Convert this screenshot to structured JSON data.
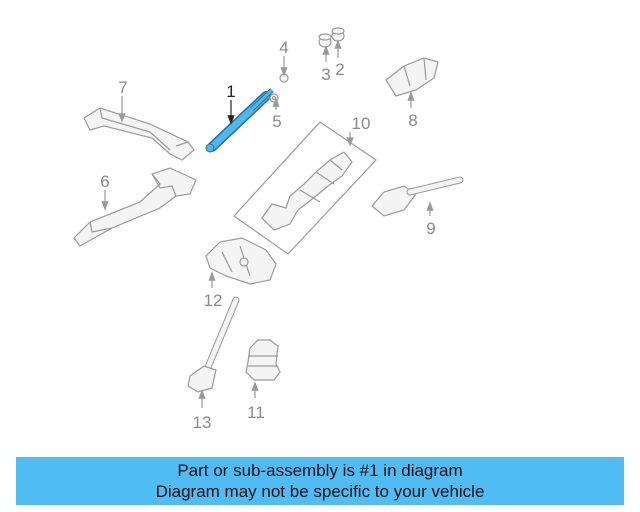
{
  "colors": {
    "highlight": "#4db8f0",
    "banner": "#4fbcf4",
    "part": "#9a9a9a"
  },
  "callouts": {
    "c1": "1",
    "c2": "2",
    "c3": "3",
    "c4": "4",
    "c5": "5",
    "c6": "6",
    "c7": "7",
    "c8": "8",
    "c9": "9",
    "c10": "10",
    "c11": "11",
    "c12": "12",
    "c13": "13"
  },
  "banner": {
    "line1": "Part or sub-assembly is #1 in diagram",
    "line2": "Diagram may not be specific to your vehicle"
  }
}
